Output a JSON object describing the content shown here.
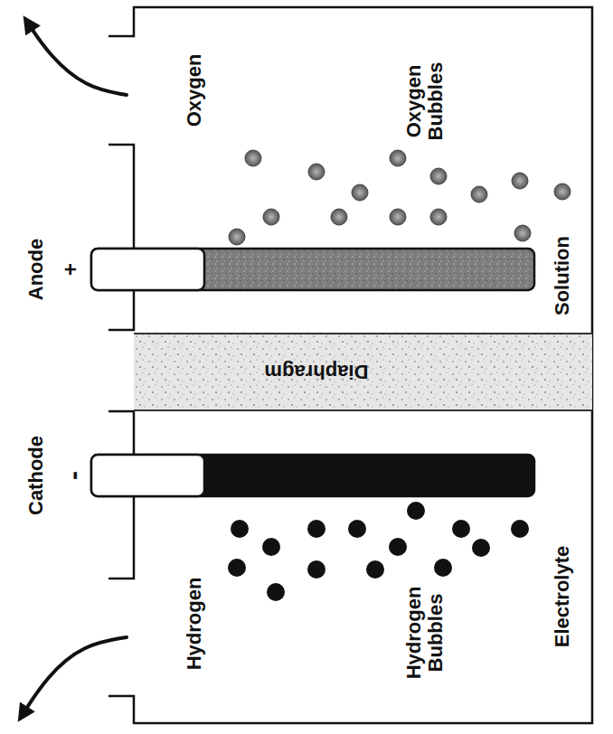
{
  "diagram": {
    "nodes": [
      {
        "text": [
          "Anode",
          "+"
        ]
      },
      {
        "text": [
          "Diaphragm"
        ]
      },
      {
        "text": [
          "Cathode",
          "-"
        ]
      }
    ],
    "labels": [
      "Oxygen",
      "Oxygen Bubbles",
      "Solution",
      "Hydrogen",
      "Hydrogen Bubbles",
      "Electrolyte"
    ]
  }
}
